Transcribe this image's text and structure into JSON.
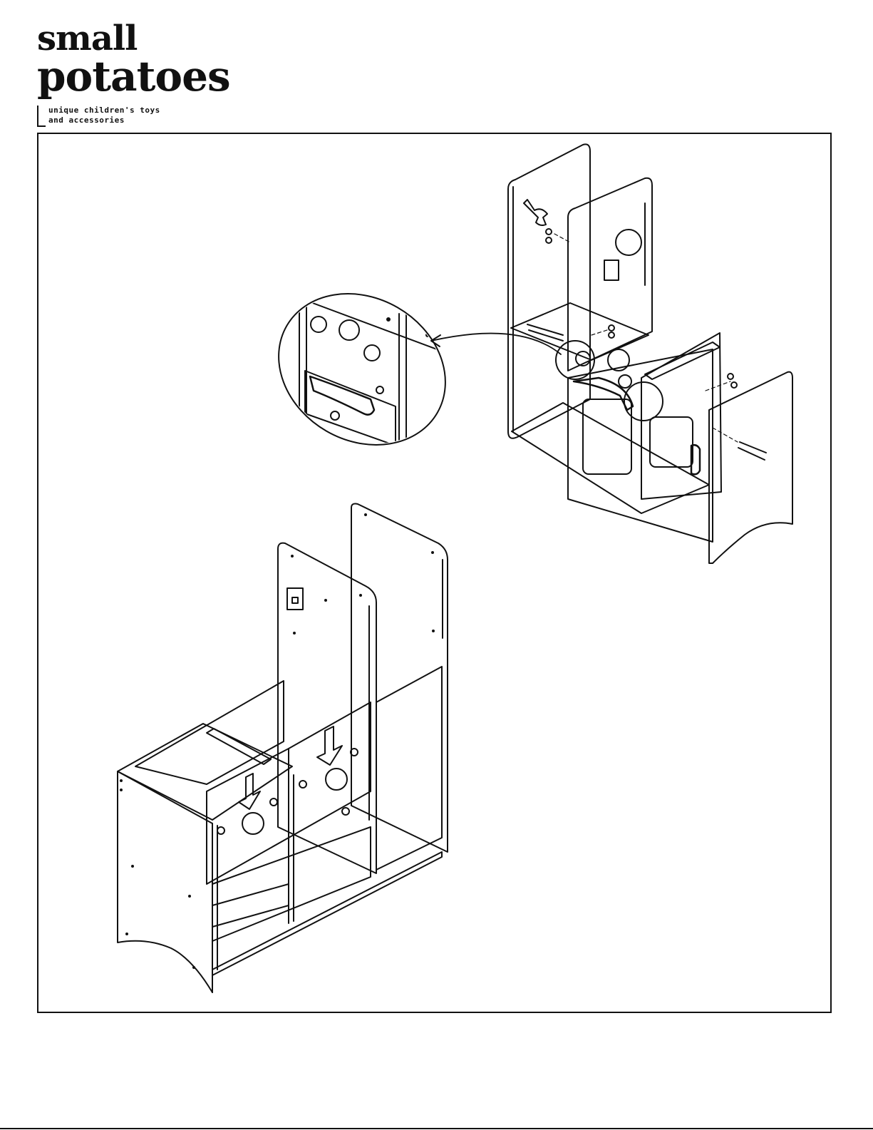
{
  "logo": {
    "word_top": "small",
    "word_bottom": "potatoes",
    "tagline_line1": "unique children's toys",
    "tagline_line2": "and accessories"
  },
  "colors": {
    "ink": "#111111",
    "paper": "#ffffff",
    "panel_dark": "#1a1a1a"
  },
  "icons": {
    "wrench": "wrench-icon",
    "arrow": "down-arrow-icon"
  }
}
